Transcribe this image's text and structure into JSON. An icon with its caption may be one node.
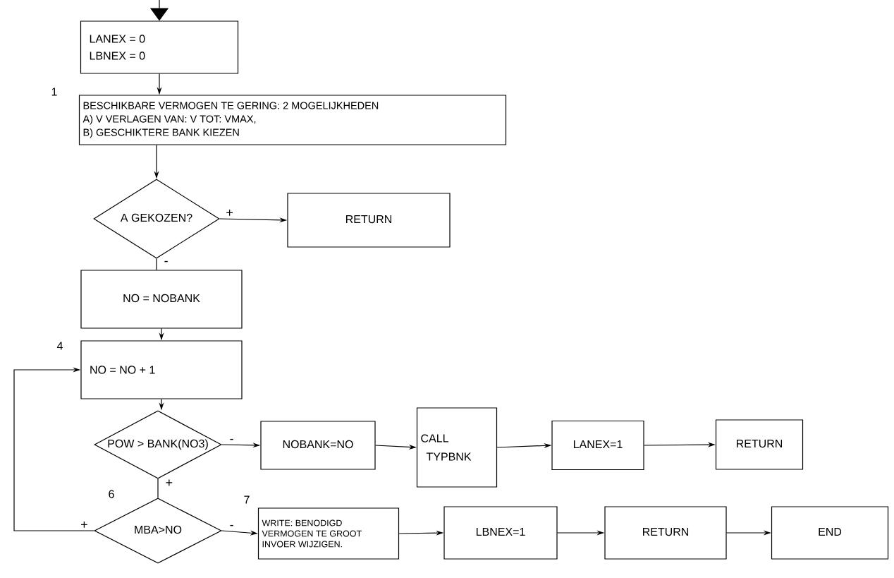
{
  "diagram": {
    "nodes": [
      {
        "text": [
          "LANEX = 0",
          "LBNEX = 0"
        ]
      },
      {
        "text": [
          "BESCHIKBARE VERMOGEN TE GERING: 2 MOGELIJKHEDEN",
          "A) V VERLAGEN VAN: V TOT: VMAX,",
          "B) GESCHIKTERE BANK KIEZEN"
        ],
        "beside": [
          "1"
        ]
      },
      {
        "text": [
          "A GEKOZEN?"
        ]
      },
      {
        "text": [
          "RETURN"
        ]
      },
      {
        "text": [
          "NO = NOBANK"
        ]
      },
      {
        "text": [
          "NO = NO + 1"
        ],
        "beside": [
          "4"
        ]
      },
      {
        "text": [
          "POW > BANK(NO3)"
        ]
      },
      {
        "text": [
          "NOBANK=NO"
        ]
      },
      {
        "text": [
          "CALL",
          "TYPBNK"
        ]
      },
      {
        "text": [
          "LANEX=1"
        ]
      },
      {
        "text": [
          "RETURN"
        ]
      },
      {
        "text": [
          "MBA>NO"
        ],
        "beside": [
          "6"
        ]
      },
      {
        "text": [
          "WRITE: BENODIGD VERMOGEN TE GROOT INVOER WIJZIGEN."
        ],
        "beside": [
          "7"
        ]
      },
      {
        "text": [
          "LBNEX=1"
        ]
      },
      {
        "text": [
          "RETURN"
        ]
      },
      {
        "text": [
          "END"
        ]
      }
    ],
    "edges": [
      {
        "from": null,
        "to": 0,
        "arrow": "to"
      },
      {
        "from": 0,
        "to": 1,
        "arrow": "to"
      },
      {
        "from": 1,
        "to": 2,
        "arrow": "to"
      },
      {
        "from": 2,
        "to": 3,
        "arrow": "to",
        "label": "+"
      },
      {
        "from": 2,
        "to": 4,
        "arrow": "none",
        "label": "-"
      },
      {
        "from": 4,
        "to": 5,
        "arrow": "to"
      },
      {
        "from": 5,
        "to": 6,
        "arrow": "to"
      },
      {
        "from": 6,
        "to": 7,
        "arrow": "to",
        "label": "-"
      },
      {
        "from": 7,
        "to": 8,
        "arrow": "to"
      },
      {
        "from": 8,
        "to": 9,
        "arrow": "to"
      },
      {
        "from": 9,
        "to": 10,
        "arrow": "to"
      },
      {
        "from": 6,
        "to": 11,
        "arrow": "none",
        "label": "+"
      },
      {
        "from": 11,
        "to": 5,
        "arrow": "to",
        "label": "+"
      },
      {
        "from": 11,
        "to": 12,
        "arrow": "to",
        "label": "-"
      },
      {
        "from": 12,
        "to": 13,
        "arrow": "to"
      },
      {
        "from": 13,
        "to": 14,
        "arrow": "to"
      },
      {
        "from": 14,
        "to": 15,
        "arrow": "to"
      }
    ]
  }
}
